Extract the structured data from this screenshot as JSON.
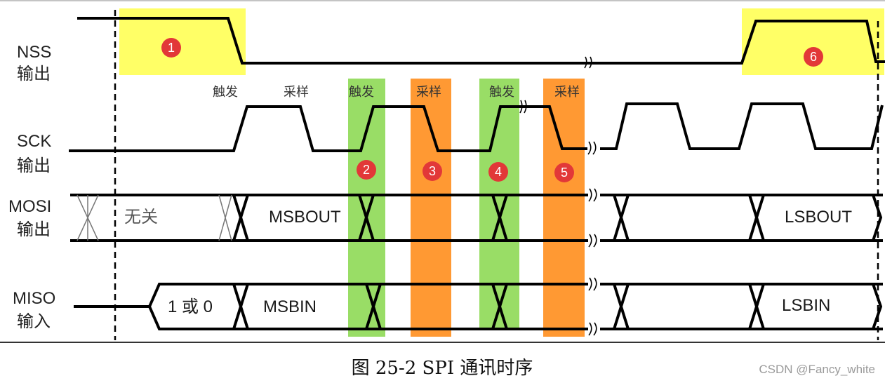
{
  "signals": {
    "nss": {
      "name": "NSS",
      "direction": "输出"
    },
    "sck": {
      "name": "SCK",
      "direction": "输出"
    },
    "mosi": {
      "name": "MOSI",
      "direction": "输出"
    },
    "miso": {
      "name": "MISO",
      "direction": "输入"
    }
  },
  "events": {
    "trigger_1": "触发",
    "sample_1": "采样",
    "trigger_2": "触发",
    "sample_2": "采样",
    "trigger_3": "触发",
    "sample_3": "采样"
  },
  "bus_values": {
    "mosi_idle": "无关",
    "mosi_first": "MSBOUT",
    "mosi_last": "LSBOUT",
    "miso_idle": "1 或 0",
    "miso_first": "MSBIN",
    "miso_last": "LSBIN"
  },
  "markers": {
    "m1": "1",
    "m2": "2",
    "m3": "3",
    "m4": "4",
    "m5": "5",
    "m6": "6"
  },
  "colors": {
    "highlight_yellow": "#ffff66",
    "trigger_green": "#99dd66",
    "sample_orange": "#ff9933",
    "marker_red": "#e23838"
  },
  "caption": "图 25-2 SPI 通讯时序",
  "watermark": "CSDN @Fancy_white"
}
